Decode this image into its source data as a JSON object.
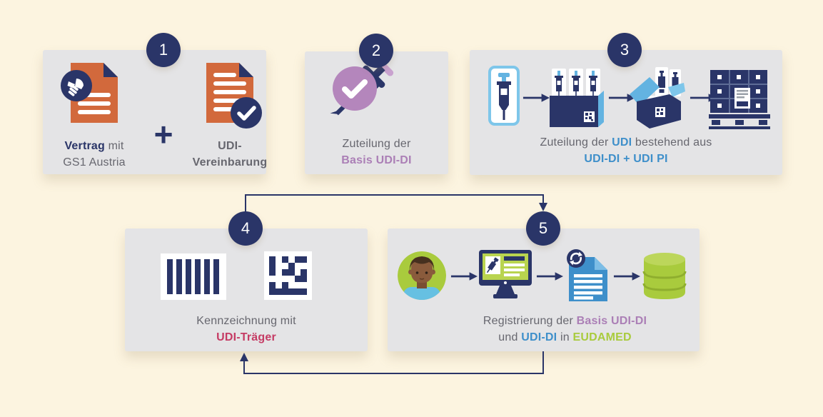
{
  "colors": {
    "background": "#FCF4E0",
    "panel": "#E4E4E6",
    "navy": "#2A3568",
    "orange": "#D2693C",
    "purple": "#AB7FB6",
    "blue": "#3E8FCA",
    "light_blue": "#63B3E1",
    "pink": "#C53B64",
    "lime": "#A9CB3D",
    "gray_text": "#67676F"
  },
  "steps": {
    "one": {
      "number": "1",
      "plus": "+",
      "doc1": {
        "bold": "Vertrag",
        "rest": " mit",
        "line2": "GS1 Austria"
      },
      "doc2": {
        "line1": "UDI-",
        "line2": "Vereinbarung"
      }
    },
    "two": {
      "number": "2",
      "line1": "Zuteilung der",
      "line2": "Basis UDI-DI"
    },
    "three": {
      "number": "3",
      "line1_pre": "Zuteilung der ",
      "line1_hl": "UDI",
      "line1_post": " bestehend aus",
      "line2": "UDI-DI + UDI PI"
    },
    "four": {
      "number": "4",
      "line1": "Kennzeichnung mit",
      "line2": "UDI-Träger"
    },
    "five": {
      "number": "5",
      "line1_pre": "Registrierung der ",
      "line1_hl": "Basis UDI-DI",
      "line2_pre": "und ",
      "line2_hl": "UDI-DI",
      "line2_mid": " in ",
      "line2_hl2": "EUDAMED"
    }
  },
  "icons": {
    "step1": [
      "contract-document-icon",
      "handshake-icon",
      "plus-sign",
      "agreement-document-icon",
      "checkmark-badge-icon"
    ],
    "step2": [
      "syringe-icon",
      "checkmark-badge-icon"
    ],
    "step3": [
      "blister-pack-icon",
      "arrow-right-icon",
      "inner-box-syringes-icon",
      "arrow-right-icon",
      "shipping-box-icon",
      "arrow-right-icon",
      "pallet-icon"
    ],
    "step4": [
      "barcode-icon",
      "datamatrix-icon"
    ],
    "step5": [
      "person-avatar-icon",
      "arrow-right-icon",
      "computer-monitor-icon",
      "arrow-right-icon",
      "sync-document-icon",
      "arrow-right-icon",
      "database-icon"
    ]
  }
}
